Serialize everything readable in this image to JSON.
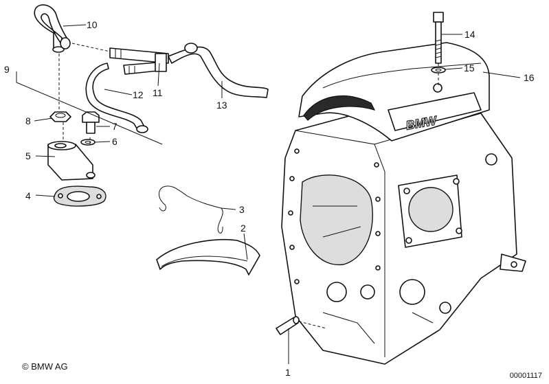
{
  "diagram": {
    "callouts": [
      {
        "id": "1",
        "label": "1"
      },
      {
        "id": "2",
        "label": "2"
      },
      {
        "id": "3",
        "label": "3"
      },
      {
        "id": "4",
        "label": "4"
      },
      {
        "id": "5",
        "label": "5"
      },
      {
        "id": "6",
        "label": "6"
      },
      {
        "id": "7",
        "label": "7"
      },
      {
        "id": "8",
        "label": "8"
      },
      {
        "id": "9",
        "label": "9"
      },
      {
        "id": "10",
        "label": "10"
      },
      {
        "id": "11",
        "label": "11"
      },
      {
        "id": "12",
        "label": "12"
      },
      {
        "id": "13",
        "label": "13"
      },
      {
        "id": "14",
        "label": "14"
      },
      {
        "id": "15",
        "label": "15"
      },
      {
        "id": "16",
        "label": "16"
      }
    ],
    "cover_badge": "BMW"
  },
  "footer": {
    "copyright": "© BMW AG",
    "reference": "00001117"
  }
}
